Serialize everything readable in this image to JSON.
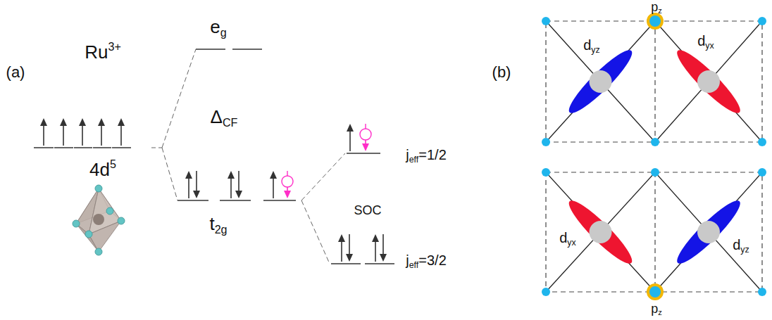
{
  "diagram": {
    "labels": [
      "(a)",
      "Ru3+",
      "4d5",
      "eg",
      "ΔCF",
      "t2g",
      "SOC",
      "jeff=1/2",
      "jeff=3/2",
      "(b)",
      "pz",
      "dyz",
      "dyx",
      "dyx",
      "dyz",
      "pz"
    ]
  }
}
